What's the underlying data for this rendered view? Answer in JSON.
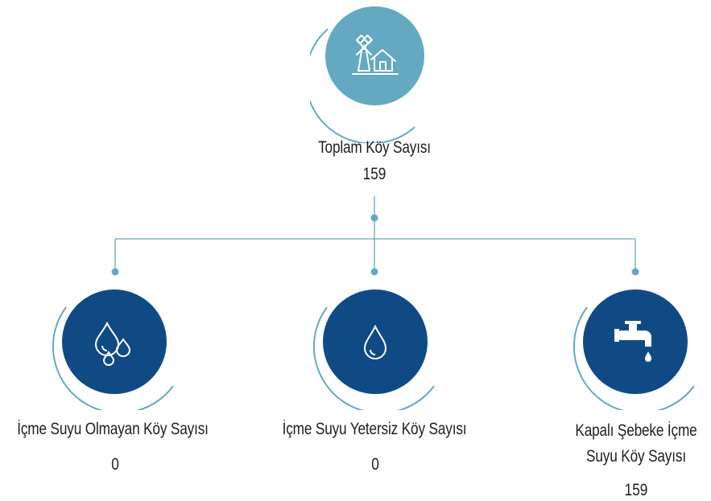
{
  "top": {
    "label": "Toplam Köy Sayısı",
    "value": "159",
    "icon": "windmill-house-icon",
    "color": "#64a9c1"
  },
  "children": [
    {
      "label": "İçme Suyu Olmayan Köy Sayısı",
      "value": "0",
      "icon": "water-drops-icon",
      "color": "#0f4a85"
    },
    {
      "label": "İçme Suyu Yetersiz Köy Sayısı",
      "value": "0",
      "icon": "water-drop-icon",
      "color": "#0f4a85"
    },
    {
      "label_line1": "Kapalı Şebeke İçme",
      "label_line2": "Suyu Köy Sayısı",
      "value": "159",
      "icon": "water-tap-icon",
      "color": "#0f4a85"
    }
  ],
  "connector_color": "#64a9c1"
}
